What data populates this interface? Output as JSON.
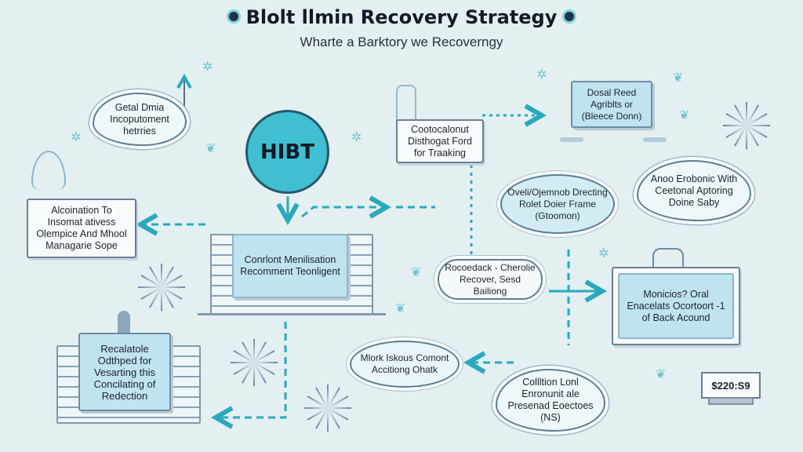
{
  "header": {
    "title": "Blolt llmin Recovery Strategy",
    "subtitle": "Wharte a Barktory we Recoverngy"
  },
  "center_node": {
    "label": "HIBT"
  },
  "nodes": {
    "cloud_top_left": "Getal Dmia Incoputoment hetrries",
    "left_sign": "Alcoination To Insomat ativess Olempice And Mhool Managarie Sope",
    "center_panel": "Conrlont Menilisation Recomment Teonligent",
    "bottom_left_panel": "Recalatole Odthped for Vesarting this Concilating of Redection",
    "top_middle_sign": "Cootocalonut Disthogat Ford for Traaking",
    "top_right_panel": "Dosal Reed Agriblts or (Bleece Donn)",
    "middle_ellipse": "Oveli/Ojemnob Drecting Rolet Doier Frame (Gtoomon)",
    "right_cloud": "Anoo Erobonic With Ceetonal Aptoring Doine Saby",
    "feedback_pill": "Rocoedack - Cherolie Recover, Sesd Bailiong",
    "right_panel": "Monicios? Oral Enacelats Ocortoort -1 of Back Acound",
    "bottom_ellipse": "Mlork Iskous Comont Accitiong Ohatk",
    "bottom_cloud": "Collltion Lonl Enronunit ale Presenad Eoectoes (NS)"
  },
  "price_display": {
    "value": "$220:S9"
  },
  "colors": {
    "background": "#e3eff1",
    "accent_teal": "#3fbfd0",
    "arrow_teal": "#2aa9bd",
    "panel_blue": "#bfe3ef",
    "outline": "#5e7b93"
  }
}
